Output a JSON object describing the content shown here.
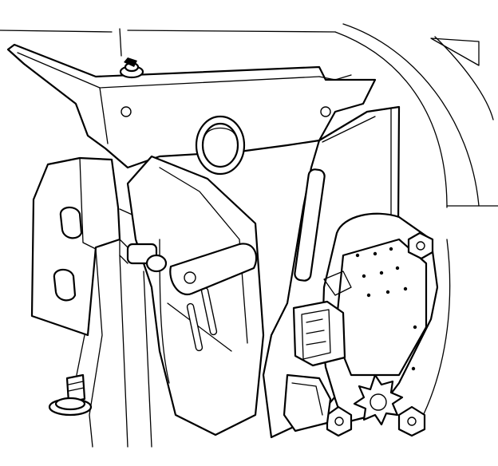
{
  "illustration": {
    "style": "black line art on white",
    "parts": [
      "vehicle-body-panel",
      "pedal-mounting-bracket",
      "pedal-arm",
      "pedal-pivot-bolt",
      "pedal-sensor-module",
      "electrical-connector",
      "retaining-bolt",
      "bracket-fastener"
    ],
    "colors": {
      "line": "#000000",
      "background": "#ffffff"
    }
  }
}
